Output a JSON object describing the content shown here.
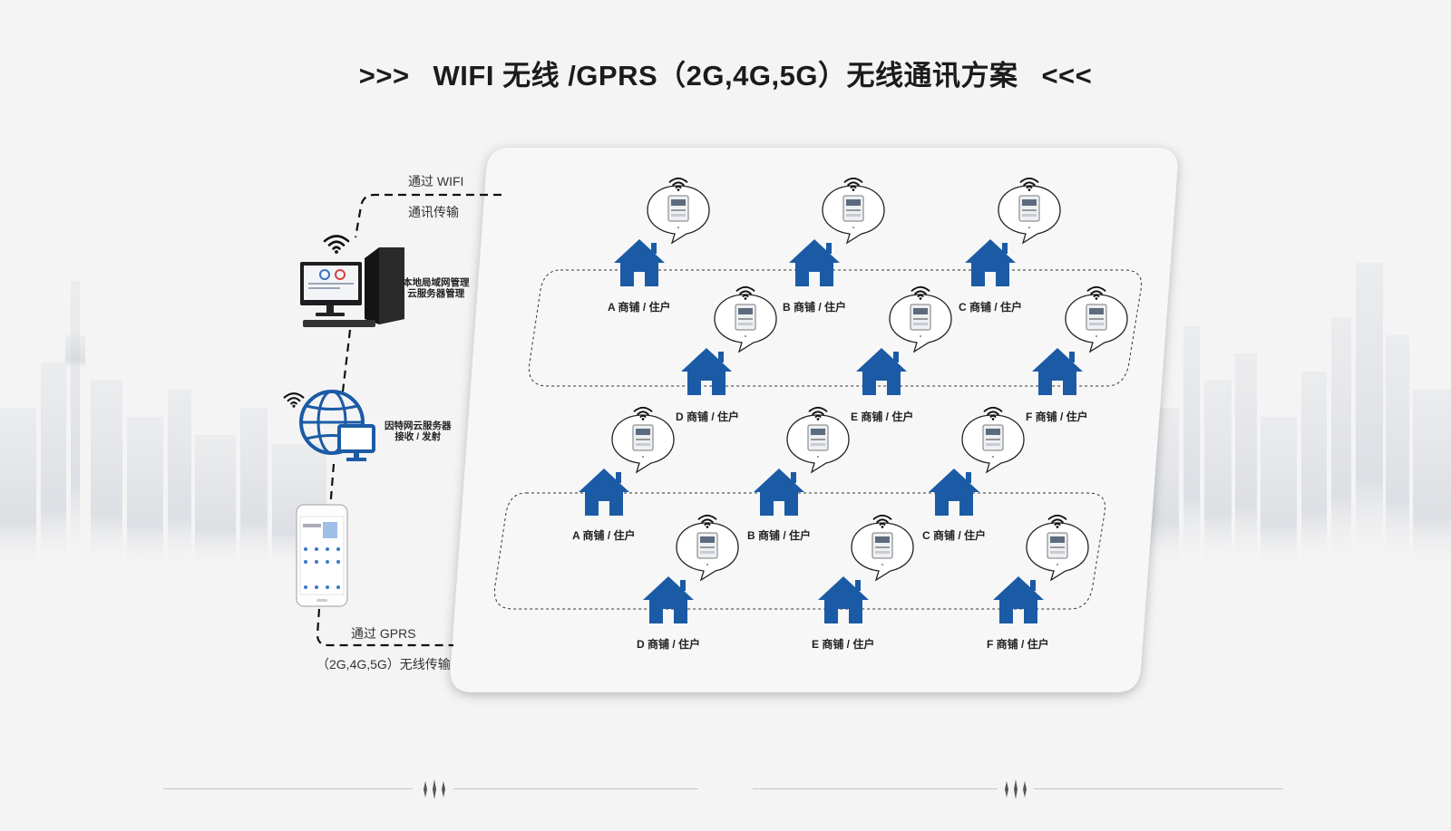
{
  "title": {
    "left_marker": ">>>",
    "text": "WIFI 无线 /GPRS（2G,4G,5G）无线通讯方案",
    "right_marker": "<<<"
  },
  "connections": {
    "wifi_line1": "通过 WIFI",
    "wifi_line2": "通讯传输",
    "gprs_line1": "通过 GPRS",
    "gprs_line2": "（2G,4G,5G）无线传输"
  },
  "devices": {
    "computer_line1": "本地局域网管理",
    "computer_line2": "云服务器管理",
    "cloud_line1": "因特网云服务器",
    "cloud_line2": "接收 / 发射"
  },
  "nodes": {
    "group1": [
      {
        "label": "A 商铺 / 住户"
      },
      {
        "label": "B 商铺 / 住户"
      },
      {
        "label": "C 商铺 / 住户"
      },
      {
        "label": "D 商铺 / 住户"
      },
      {
        "label": "E 商铺 / 住户"
      },
      {
        "label": "F 商铺 / 住户"
      }
    ],
    "group2": [
      {
        "label": "A 商铺 / 住户"
      },
      {
        "label": "B 商铺 / 住户"
      },
      {
        "label": "C 商铺 / 住户"
      },
      {
        "label": "D 商铺 / 住户"
      },
      {
        "label": "E 商铺 / 住户"
      },
      {
        "label": "F 商铺 / 住户"
      }
    ]
  },
  "colors": {
    "house": "#1b5ba6",
    "monitor": "#1a3a70",
    "ink": "#1b1b1b",
    "panel": "#f7f7f7"
  }
}
